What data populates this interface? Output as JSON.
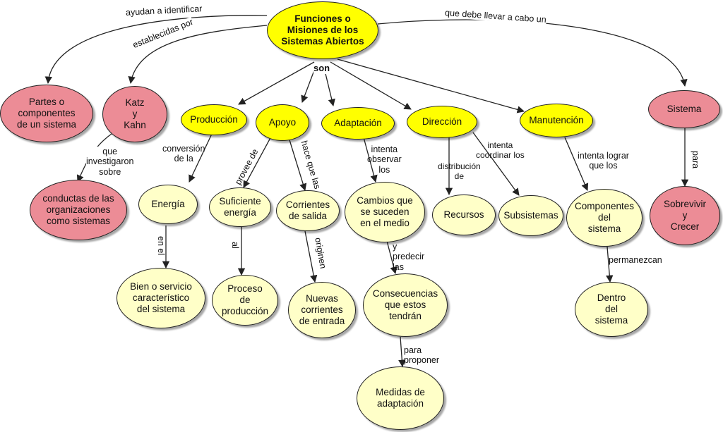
{
  "nodes": {
    "main": "Funciones o\nMisiones de los\nSistemas Abiertos",
    "partes": "Partes o\ncomponentes\nde un sistema",
    "katz": "Katz\ny\nKahn",
    "conductas": "conductas de las\norganizaciones\ncomo sistemas",
    "produccion": "Producción",
    "apoyo": "Apoyo",
    "adaptacion": "Adaptación",
    "direccion": "Dirección",
    "manutencion": "Manutención",
    "sistema": "Sistema",
    "energia": "Energía",
    "bien": "Bien o servicio\ncaracterístico\ndel sistema",
    "suficiente": "Suficiente\nenergía",
    "proceso": "Proceso\nde\nproducción",
    "corrientes_salida": "Corrientes\nde salida",
    "nuevas": "Nuevas\ncorrientes\nde entrada",
    "cambios": "Cambios que\nse suceden\nen el medio",
    "consecuencias": "Consecuencias\nque estos\ntendrán",
    "medidas": "Medidas de\nadaptación",
    "recursos": "Recursos",
    "subsistemas": "Subsistemas",
    "componentes": "Componentes\ndel\nsistema",
    "dentro": "Dentro\ndel\nsistema",
    "sobrevivir": "Sobrevivir\ny\nCrecer"
  },
  "links": {
    "ayudan": "ayudan a identificar",
    "establecidas": "establecidas por",
    "que_debe": "que debe llevar a cabo un",
    "son": "son",
    "que_investigaron": "que\ninvestigaron\nsobre",
    "conversion": "conversión\nde la",
    "en_el": "en el",
    "provee_de": "provee de",
    "al": "al",
    "hace_que_las": "hace que las",
    "originen": "originen",
    "intenta_observar": "intenta\nobservar\nlos",
    "y_predecir": "y\npredecir\nlas",
    "para_proponer": "para\nproponer",
    "distribucion": "distribución\nde",
    "intenta_coordinar": "intenta\ncoordinar los",
    "intenta_lograr": "intenta lograr\nque los",
    "permanezcan": "permanezcan",
    "para": "para"
  },
  "colors": {
    "main": "#ffff00",
    "function_node": "#ffff00",
    "external_node": "#ec8c96",
    "detail_node": "#ffffc8",
    "line": "#222222"
  }
}
